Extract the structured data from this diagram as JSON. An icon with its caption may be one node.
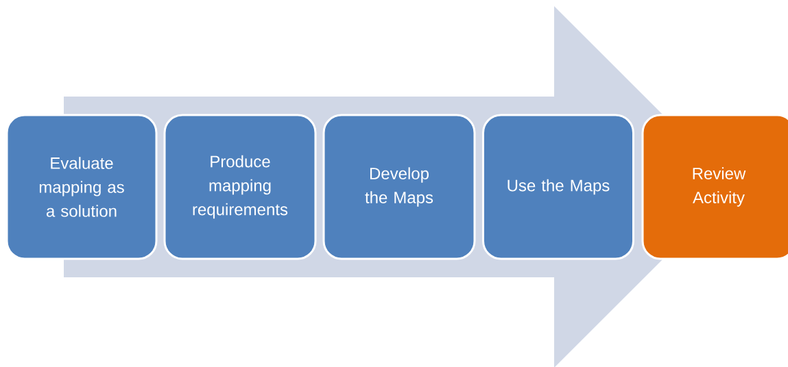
{
  "diagram": {
    "nodes": [
      {
        "text": [
          "Evaluate mapping as a solution"
        ]
      },
      {
        "text": [
          "Produce mapping requirements"
        ]
      },
      {
        "text": [
          "Develop the Maps"
        ]
      },
      {
        "text": [
          "Use the Maps"
        ]
      },
      {
        "text": [
          "Review Activity"
        ]
      }
    ],
    "edges": [
      {
        "from": 0,
        "to": 4,
        "arrow": "to"
      }
    ]
  }
}
